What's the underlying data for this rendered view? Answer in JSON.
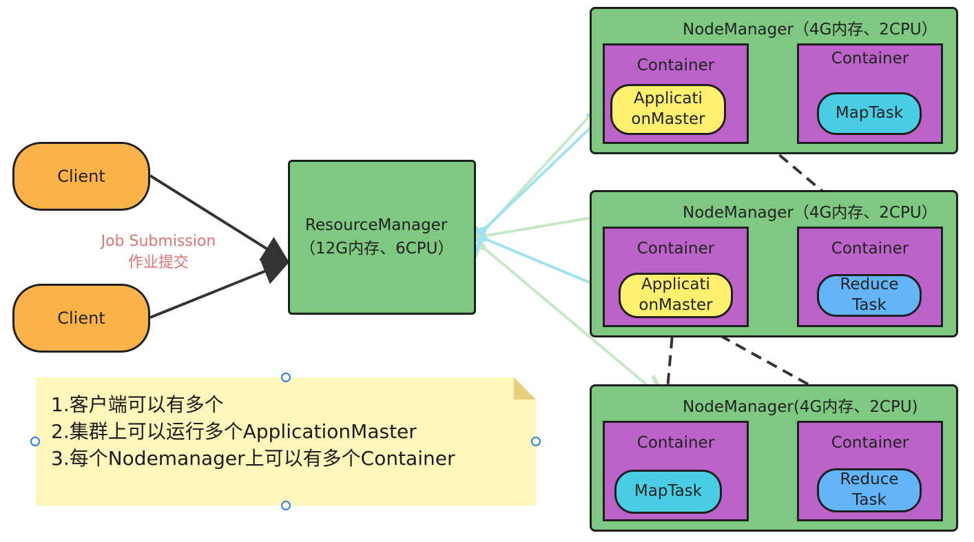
{
  "clients": [
    "Client",
    "Client"
  ],
  "job_submission": {
    "en": "Job Submission",
    "zh": "作业提交"
  },
  "resource_manager": {
    "name": "ResourceManager",
    "spec": "（12G内存、6CPU）"
  },
  "node_managers": [
    {
      "label": "NodeManager（4G内存、2CPU）",
      "containers": [
        {
          "title": "Container",
          "task": "Applicati\nonMaster",
          "task_type": "application-master"
        },
        {
          "title": "Container",
          "task": "MapTask",
          "task_type": "map-task"
        }
      ]
    },
    {
      "label": "NodeManager（4G内存、2CPU）",
      "containers": [
        {
          "title": "Container",
          "task": "Applicati\nonMaster",
          "task_type": "application-master"
        },
        {
          "title": "Container",
          "task": "Reduce\nTask",
          "task_type": "reduce-task"
        }
      ]
    },
    {
      "label": "NodeManager(4G内存、2CPU)",
      "containers": [
        {
          "title": "Container",
          "task": "MapTask",
          "task_type": "map-task"
        },
        {
          "title": "Container",
          "task": "Reduce\nTask",
          "task_type": "reduce-task"
        }
      ]
    }
  ],
  "note": {
    "lines": [
      "1.客户端可以有多个",
      "2.集群上可以运行多个ApplicationMaster",
      "3.每个Nodemanager上可以有多个Container"
    ]
  },
  "colors": {
    "client": "#f9b349",
    "resource_manager": "#7fc882",
    "container": "#bb63c9",
    "application_master": "#fdf06f",
    "map_task": "#49cde4",
    "reduce_task": "#63b4f8",
    "note": "#fef6bb",
    "job_submission_text": "#e07272"
  }
}
